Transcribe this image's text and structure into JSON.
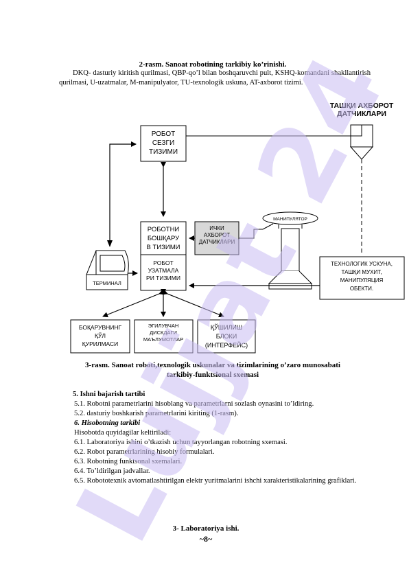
{
  "figure2": {
    "caption": "2-rasm. Sanoat robotining tarkibiy ko’rinishi.",
    "legend": "DKQ- dasturiy kiritish qurilmasi, QBP-qo’l bilan boshqaruvchi pult, KSHQ-komandani shakllantirish qurilmasi, U-uzatmalar, M-manipulyator, TU-texnologik uskuna, AT-axborot tizimi."
  },
  "diagram": {
    "external_sensors_line1": "ТАШҚИ АХБОРОТ",
    "external_sensors_line2": "ДАТЧИКЛАРИ",
    "sense_line1": "РОБОТ",
    "sense_line2": "СЕЗГИ",
    "sense_line3": "ТИЗИМИ",
    "control_line1": "РОБОТНИ",
    "control_line2": "БОШҚАРУ",
    "control_line3": "В ТИЗИМИ",
    "internal_line1": "ИЧКИ",
    "internal_line2": "АХБОРОТ",
    "internal_line3": "ДАТЧИКЛАРИ",
    "drive_line1": "РОБОТ",
    "drive_line2": "УЗАТМАЛА",
    "drive_line3": "РИ ТИЗИМИ",
    "manipulator": "МАНИПУЛЯТОР",
    "terminal": "ТЕРМИНАЛ",
    "tech_line1": "ТЕХНОЛОГИК УСКУНА,",
    "tech_line2": "ТАШҚИ МУХИТ,",
    "tech_line3": "МАНИПУЛЯЦИЯ",
    "tech_line4": "ОБЕКТИ.",
    "manual_line1": "БОҚАРУВНИНГ",
    "manual_line2": "ҚЎЛ",
    "manual_line3": "ҚУРИЛМАСИ",
    "disk_line1": "ЭГИЛУВЧАН",
    "disk_line2": "ДИСКДАГИ",
    "disk_line3": "МАЪЛУМОТЛАР",
    "interface_line1": "ҚЎШИЛИШ",
    "interface_line2": "БЛОКИ",
    "interface_line3": "(ИНТЕРФЕЙС)"
  },
  "figure3": {
    "caption_line1": "3-rasm. Sanoat roboti,texnologik  uskunalar va tizimlarining o’zaro munosabati",
    "caption_line2": "tarkibiy-funktsional sxemasi"
  },
  "section5": {
    "title": "5.    Ishni bajarish tartibi",
    "item1": "5.1. Robotni parametrlarini hisoblang va parametrlarni sozlash oynasini to’ldiring.",
    "item2": "5.2.  dasturiy boshkarish parametrlarini kiriting (1-rasm)."
  },
  "section6": {
    "title": "6. Hisobotning tarkibi",
    "intro": "Hisobotda quyidagilar keltiriladi:",
    "item1": "6.1.  Laboratoriya ishini o’tkazish uchun tayyorlangan robotning sxemasi.",
    "item2": "6.2.  Robot parametrlarining hisobiy formulalari.",
    "item3": "6.3.  Robotning funktsonal sxemalari.",
    "item4": "6.4.  To’ldirilgan jadvallar.",
    "item5": "6.5.  Robototexnik avtomatlashtirilgan elektr yuritmalarini ishchi xarakteristikalarining grafiklari."
  },
  "footer": {
    "lab_title": "3- Laboratoriya ishi.",
    "page_number": "~8~"
  },
  "watermark": {
    "text": "Lujjat 24",
    "color": "#c9bdf3"
  }
}
